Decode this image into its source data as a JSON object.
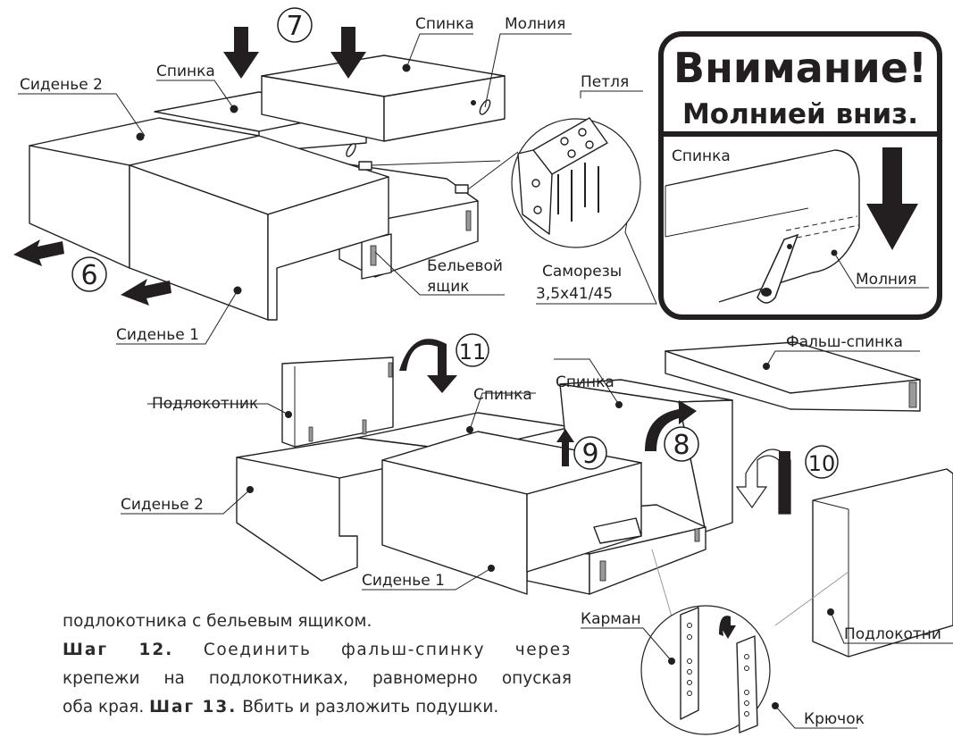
{
  "step_numbers": {
    "s6": "6",
    "s7": "7",
    "s8": "8",
    "s9": "9",
    "s10": "10",
    "s11": "11"
  },
  "labels": {
    "spinka_top_a": "Спинка",
    "molniya_top": "Молния",
    "spinka_top_b": "Спинка",
    "sidenie2_top": "Сиденье 2",
    "petlya": "Петля",
    "belevoy": "Бельевой",
    "yashchik": "ящик",
    "samorezy": "Саморезы",
    "samorezy_size": "3,5х41/45",
    "sidenie1_top": "Сиденье 1",
    "falsh_spinka": "Фальш-спинка",
    "spinka_mid_a": "Спинка",
    "spinka_mid_b": "Спинка",
    "podlokotnik_left": "Подлокотник",
    "sidenie2_bottom": "Сиденье 2",
    "sidenie1_bottom": "Сиденье 1",
    "karman": "Карман",
    "kryuchok": "Крючок",
    "podlokotnik_right": "Подлокотни"
  },
  "warning": {
    "title": "Внимание!",
    "subtitle": "Молнией вниз.",
    "spinka": "Спинка",
    "molniya": "Молния"
  },
  "text": {
    "line1": "подлокотника с бельевым ящиком.",
    "step12_label": "Шаг 12.",
    "step12_text": " Соединить фальш-спинку через",
    "line3": "крепежи на подлокотниках, равномерно опуская",
    "line4_start": "оба края. ",
    "step13_label": "Шаг 13.",
    "line4_end": " Вбить и разложить подушки."
  }
}
